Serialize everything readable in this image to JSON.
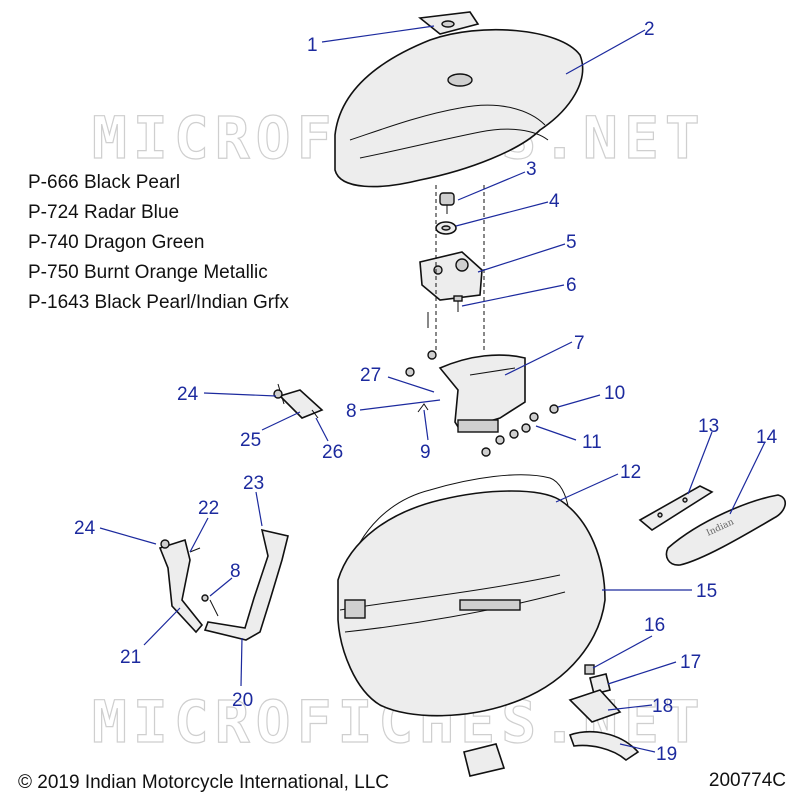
{
  "paint_codes": [
    "P-666 Black Pearl",
    "P-724 Radar Blue",
    "P-740 Dragon Green",
    "P-750 Burnt Orange Metallic",
    "P-1643 Black Pearl/Indian Grfx"
  ],
  "watermark": "MICROFICHES.NET",
  "callouts": {
    "c1": "1",
    "c2": "2",
    "c3": "3",
    "c4": "4",
    "c5": "5",
    "c6": "6",
    "c7": "7",
    "c8a": "8",
    "c8b": "8",
    "c9": "9",
    "c10": "10",
    "c11": "11",
    "c12": "12",
    "c13": "13",
    "c14": "14",
    "c15": "15",
    "c16": "16",
    "c17": "17",
    "c18": "18",
    "c19": "19",
    "c20": "20",
    "c21": "21",
    "c22": "22",
    "c23": "23",
    "c24a": "24",
    "c24b": "24",
    "c25": "25",
    "c26": "26",
    "c27": "27"
  },
  "copyright": "© 2019 Indian Motorcycle International, LLC",
  "drawing_number": "200774C"
}
